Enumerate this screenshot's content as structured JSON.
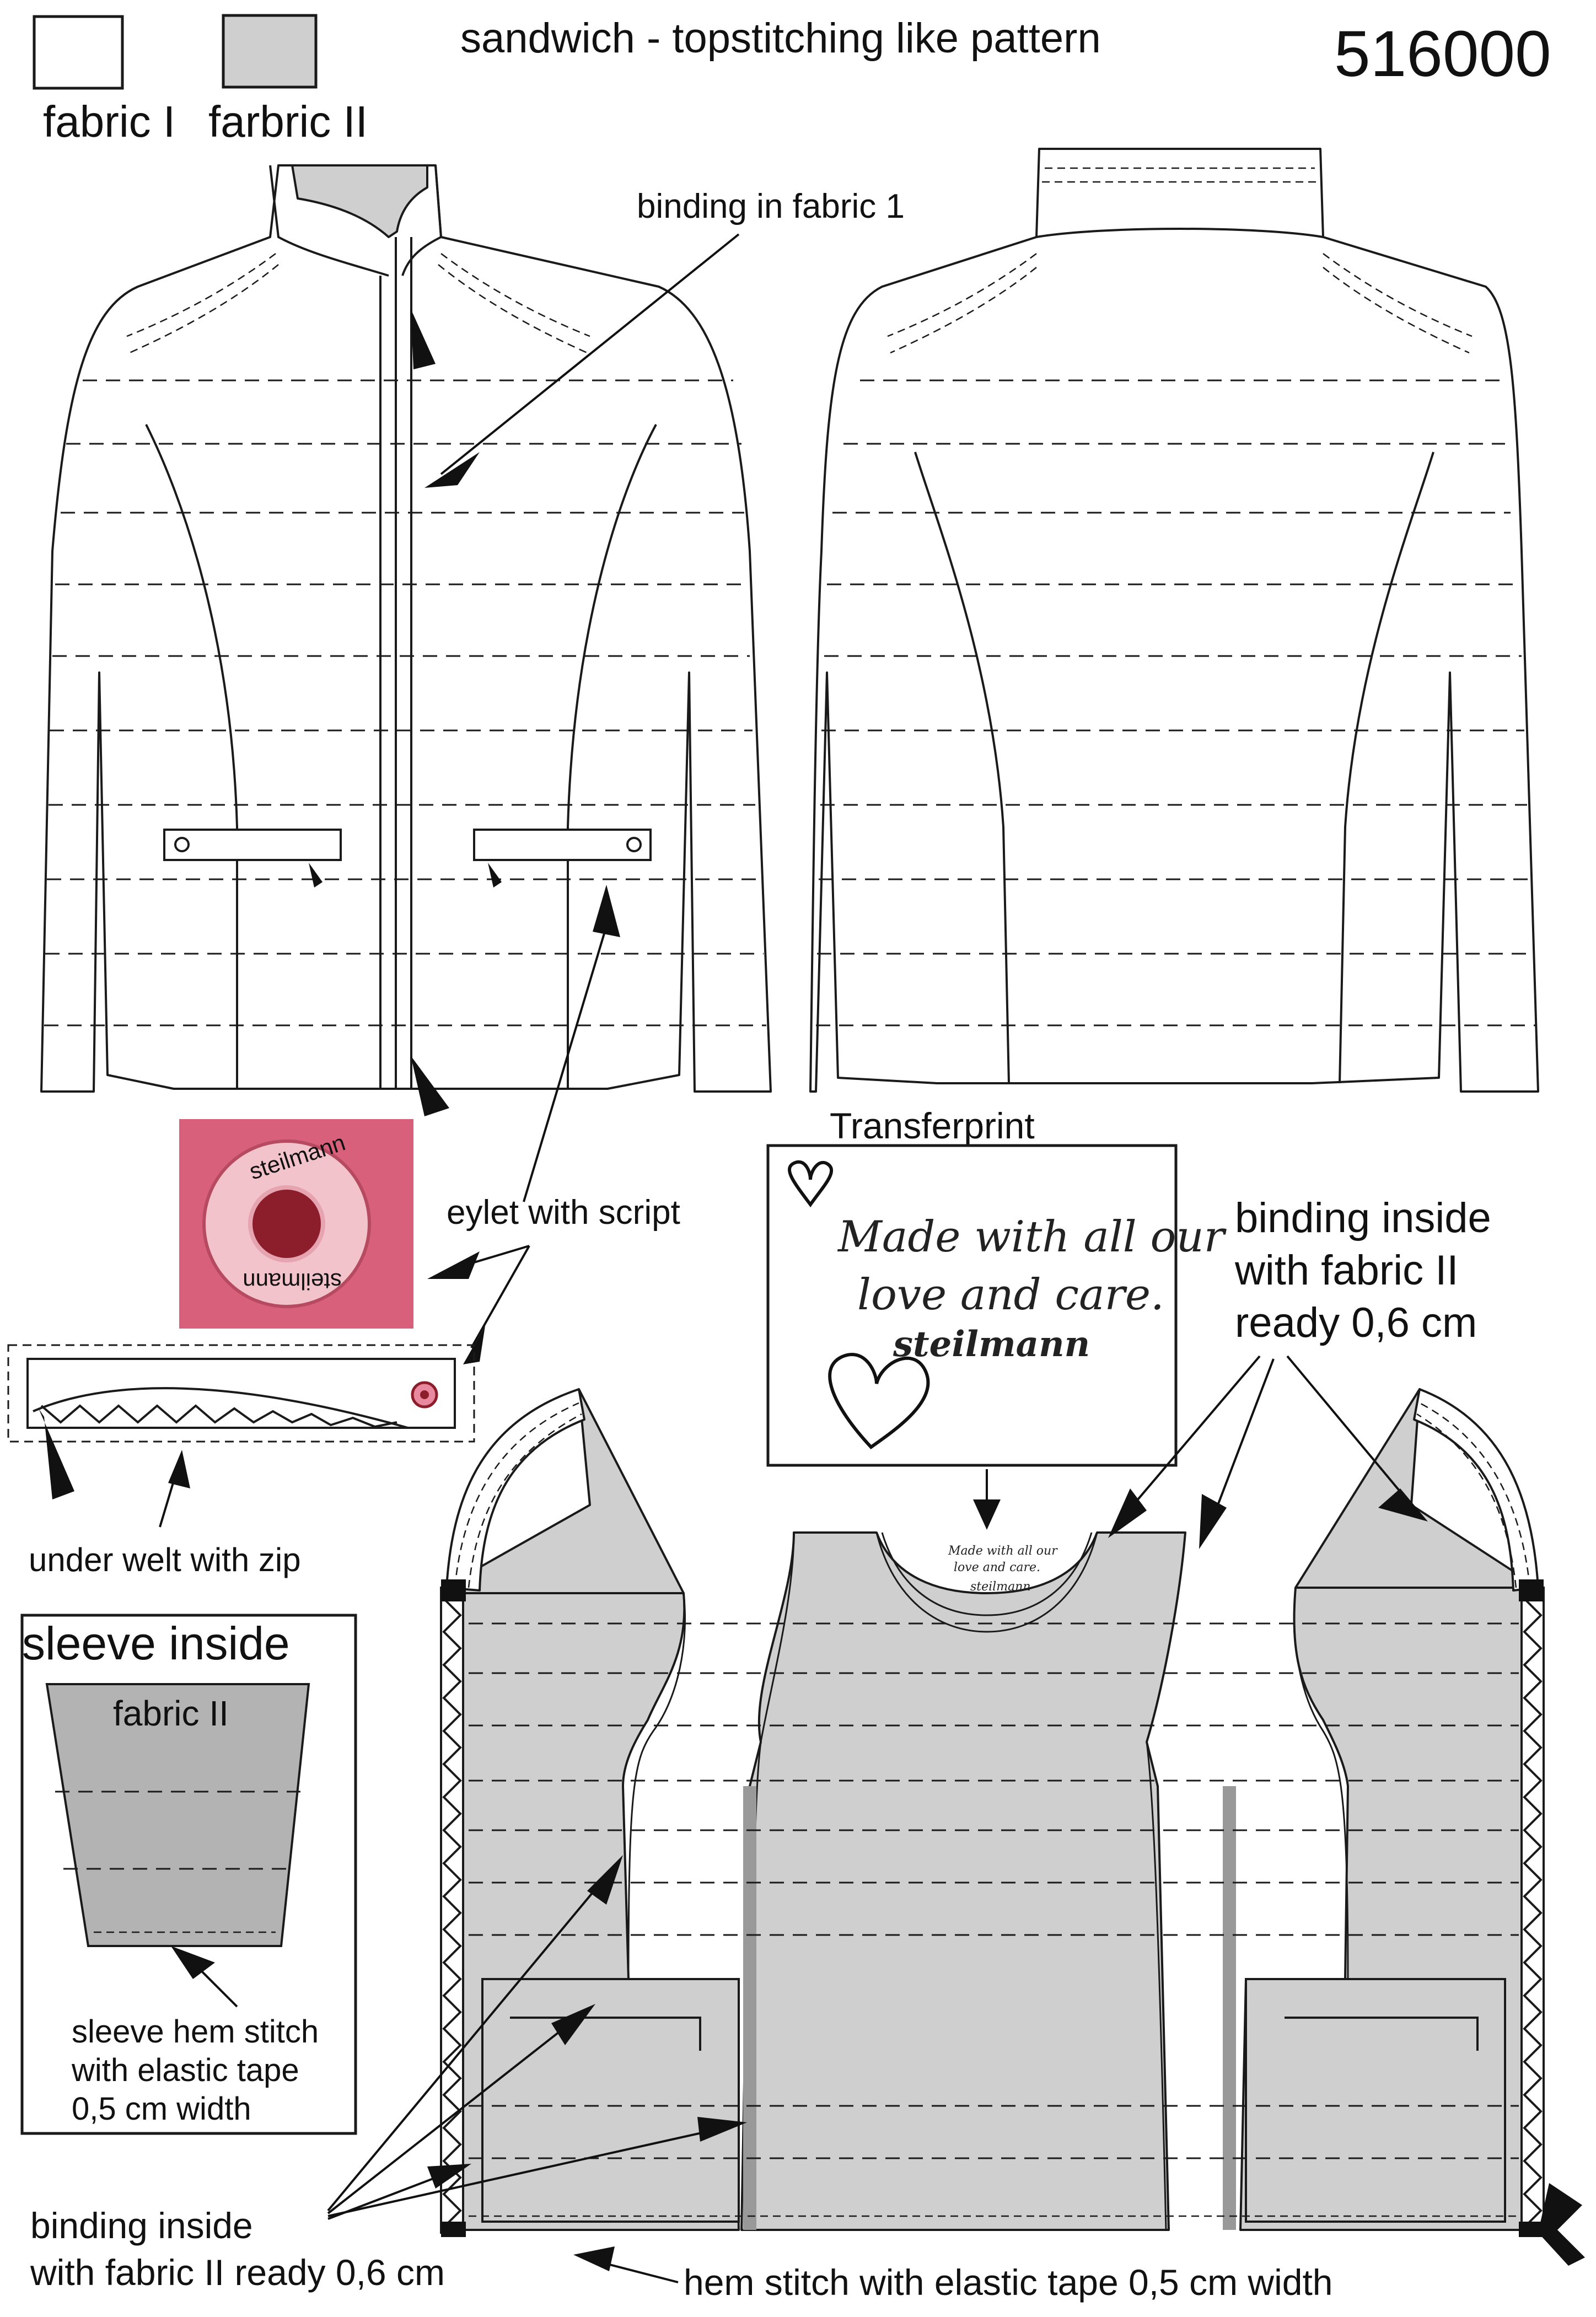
{
  "header": {
    "title": "sandwich - topstitching like pattern",
    "article_number": "516000"
  },
  "legend": {
    "fabric_1_label": "fabric I",
    "fabric_2_label": "farbric II",
    "fabric_1_color": "#ffffff",
    "fabric_2_color": "#cfcfcf"
  },
  "annotations": {
    "binding_fabric_1": "binding in fabric 1",
    "eylet_with_script": "eylet with script",
    "under_welt": "under welt with zip",
    "transferprint_title": "Transferprint",
    "binding_inside_top": [
      "binding inside",
      "with fabric II",
      "ready 0,6 cm"
    ],
    "sleeve_inside_title": "sleeve inside",
    "sleeve_fabric": "fabric II",
    "sleeve_hem": [
      "sleeve hem stitch",
      "with elastic tape",
      "0,5 cm width"
    ],
    "binding_inside_bottom": [
      "binding inside",
      "with fabric II ready 0,6 cm"
    ],
    "hem_stitch": "hem stitch with elastic tape 0,5 cm width"
  },
  "transferprint": {
    "lines": [
      "Made with all our",
      "love and care."
    ],
    "brand": "steilmann"
  },
  "eyelet_photo": {
    "ring_text": "steilmann",
    "background_color": "#d9607a",
    "ring_color": "#f3c3cc",
    "hole_color": "#8c1d2a"
  }
}
